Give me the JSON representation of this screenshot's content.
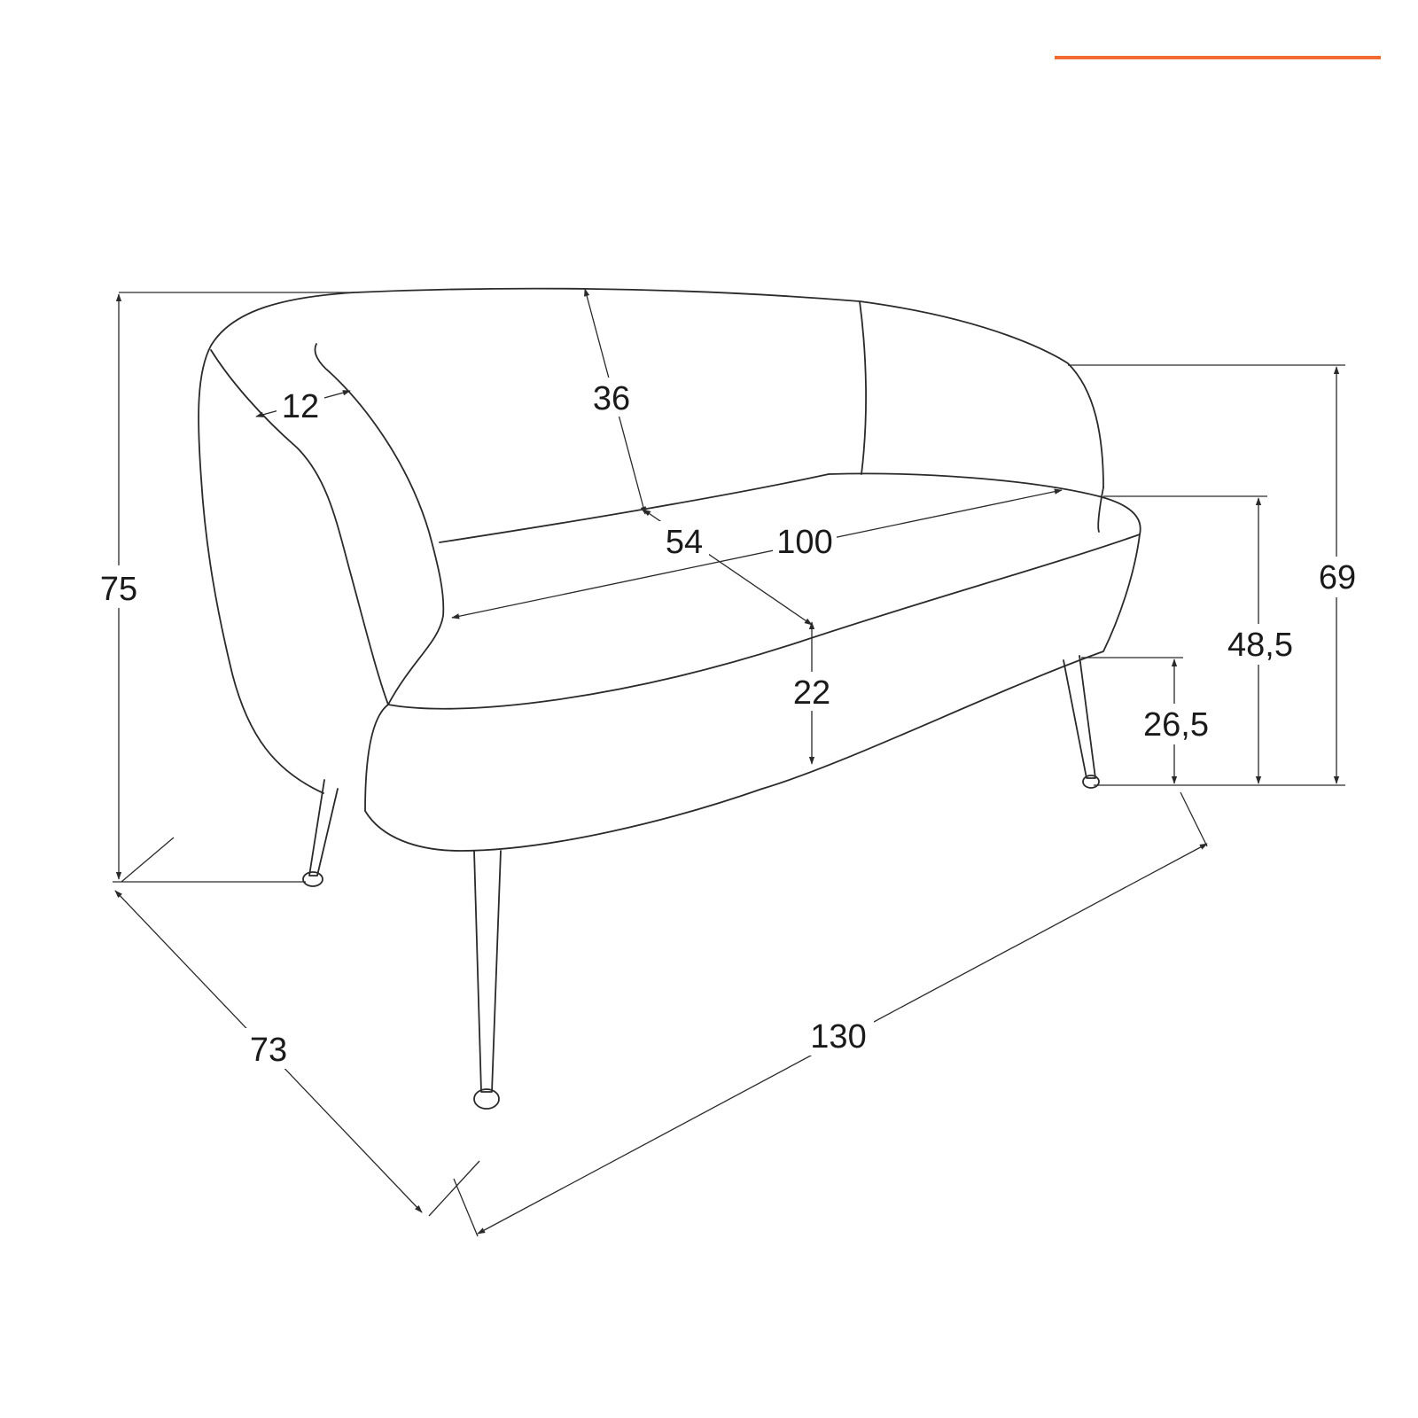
{
  "colors": {
    "accent": "#F26A30",
    "line": "#2a2a2a",
    "background": "#ffffff"
  },
  "dimensions": {
    "total_height": "75",
    "back_height": "69",
    "armrest_height": "48,5",
    "leg_height": "26,5",
    "armrest_width": "12",
    "backrest_height": "36",
    "seat_depth": "54",
    "seat_width": "100",
    "seat_cushion_height": "22",
    "depth": "73",
    "width": "130"
  }
}
